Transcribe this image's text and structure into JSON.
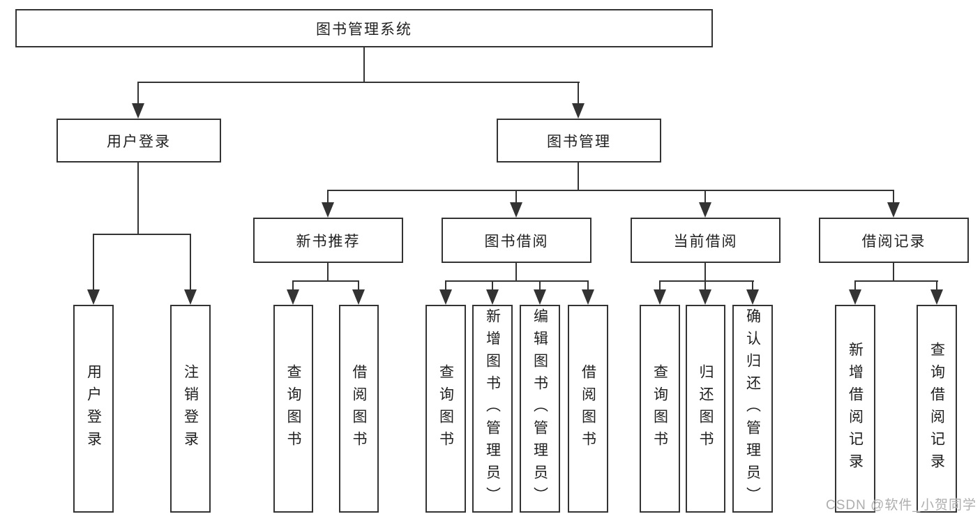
{
  "diagram": {
    "type": "hierarchy-tree",
    "nodes": {
      "root": {
        "label": "图书管理系统"
      },
      "user_login": {
        "label": "用户登录"
      },
      "book_mgmt": {
        "label": "图书管理"
      },
      "new_book_rec": {
        "label": "新书推荐"
      },
      "book_borrow": {
        "label": "图书借阅"
      },
      "current_borrow": {
        "label": "当前借阅"
      },
      "borrow_record": {
        "label": "借阅记录"
      },
      "leaf_user_login": {
        "label": "用户登录"
      },
      "leaf_logout": {
        "label": "注销登录"
      },
      "leaf_rec_query_books": {
        "label": "查询图书"
      },
      "leaf_rec_borrow_books": {
        "label": "借阅图书"
      },
      "leaf_bb_query_books": {
        "label": "查询图书"
      },
      "leaf_bb_add_books": {
        "label": "新增图书（管理员）"
      },
      "leaf_bb_edit_books": {
        "label": "编辑图书（管理员）"
      },
      "leaf_bb_borrow_books": {
        "label": "借阅图书"
      },
      "leaf_cb_query_books": {
        "label": "查询图书"
      },
      "leaf_cb_return_books": {
        "label": "归还图书"
      },
      "leaf_cb_confirm_return": {
        "label": "确认归还（管理员）"
      },
      "leaf_br_add_record": {
        "label": "新增借阅记录"
      },
      "leaf_br_query_record": {
        "label": "查询借阅记录"
      }
    },
    "edges": [
      [
        "root",
        "user_login"
      ],
      [
        "root",
        "book_mgmt"
      ],
      [
        "user_login",
        "leaf_user_login"
      ],
      [
        "user_login",
        "leaf_logout"
      ],
      [
        "book_mgmt",
        "new_book_rec"
      ],
      [
        "book_mgmt",
        "book_borrow"
      ],
      [
        "book_mgmt",
        "current_borrow"
      ],
      [
        "book_mgmt",
        "borrow_record"
      ],
      [
        "new_book_rec",
        "leaf_rec_query_books"
      ],
      [
        "new_book_rec",
        "leaf_rec_borrow_books"
      ],
      [
        "book_borrow",
        "leaf_bb_query_books"
      ],
      [
        "book_borrow",
        "leaf_bb_add_books"
      ],
      [
        "book_borrow",
        "leaf_bb_edit_books"
      ],
      [
        "book_borrow",
        "leaf_bb_borrow_books"
      ],
      [
        "current_borrow",
        "leaf_cb_query_books"
      ],
      [
        "current_borrow",
        "leaf_cb_return_books"
      ],
      [
        "current_borrow",
        "leaf_cb_confirm_return"
      ],
      [
        "borrow_record",
        "leaf_br_add_record"
      ],
      [
        "borrow_record",
        "leaf_br_query_record"
      ]
    ]
  },
  "watermark": {
    "text": "CSDN @软件_小贺同学"
  },
  "colors": {
    "line": "#333333",
    "text": "#1f1f1f",
    "watermark": "#aeaeae",
    "background": "#ffffff"
  }
}
